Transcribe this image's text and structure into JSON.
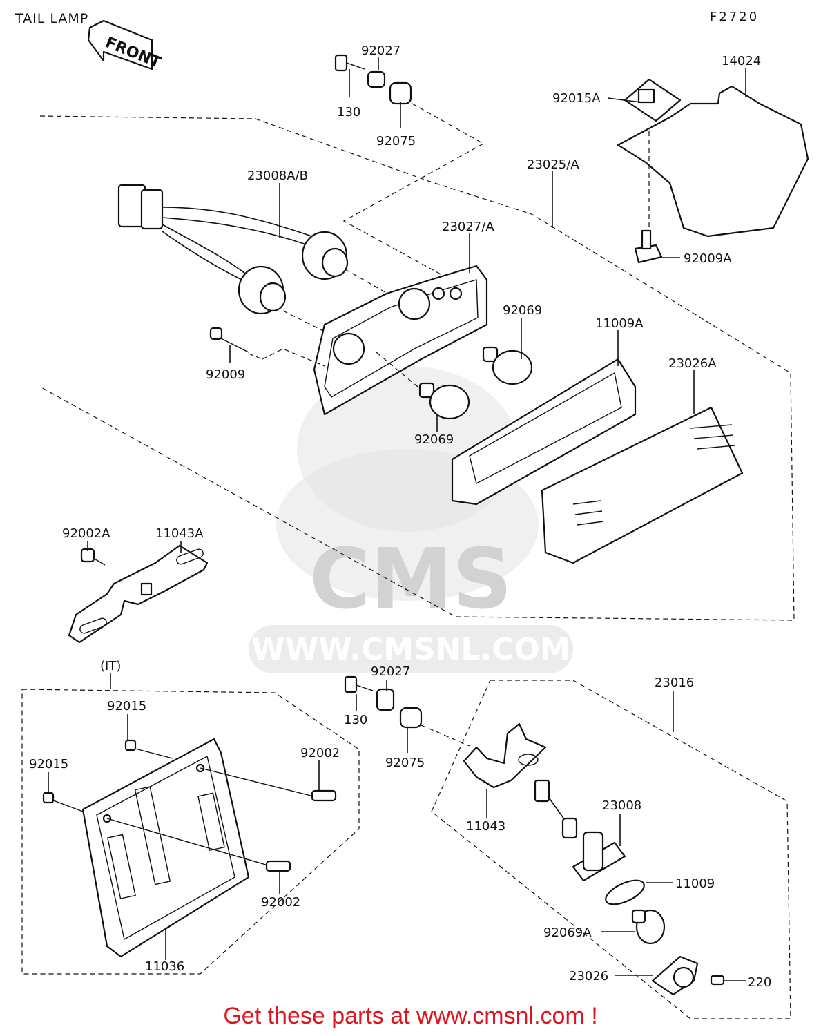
{
  "title": "TAIL LAMP",
  "diagram_code": "F2720",
  "front_arrow": "FRONT",
  "watermark": {
    "brand": "CMS",
    "url": "WWW.CMSNL.COM"
  },
  "variant_label": "(IT)",
  "footer": "Get these parts at www.cmsnl.com !",
  "labels": {
    "p92027_top": "92027",
    "p130_top": "130",
    "p92075_top": "92075",
    "p14024": "14024",
    "p92015A": "92015A",
    "p23025A": "23025/A",
    "p23008AB": "23008A/B",
    "p23027A": "23027/A",
    "p92009A": "92009A",
    "p92069_a": "92069",
    "p11009A": "11009A",
    "p23026A": "23026A",
    "p92009": "92009",
    "p92069_b": "92069",
    "p92002A": "92002A",
    "p11043A": "11043A",
    "p92027_bot": "92027",
    "p23016": "23016",
    "p92015_a": "92015",
    "p92015_b": "92015",
    "p92002_a": "92002",
    "p130_bot": "130",
    "p92075_bot": "92075",
    "p11043": "11043",
    "p23008": "23008",
    "p92002_b": "92002",
    "p11009": "11009",
    "p92069A": "92069A",
    "p11036": "11036",
    "p23026": "23026",
    "p220": "220"
  }
}
